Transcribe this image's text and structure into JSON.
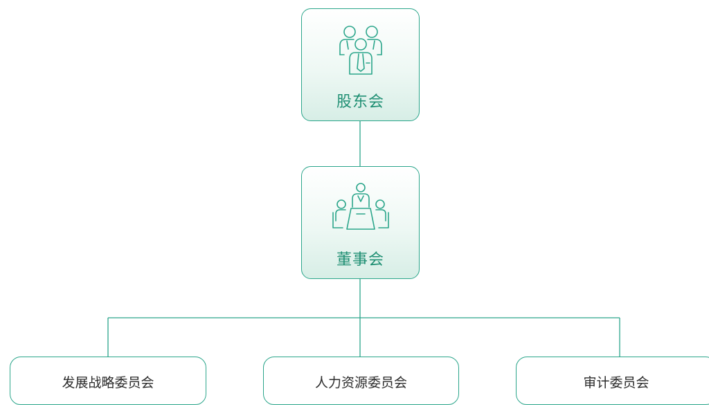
{
  "colors": {
    "accent": "#2aa58a",
    "label_accent": "#1f8f73",
    "text": "#2b2b2b"
  },
  "nodes": {
    "shareholders": {
      "label": "股东会",
      "icon": "shareholders-group-icon"
    },
    "board": {
      "label": "董事会",
      "icon": "board-meeting-icon"
    }
  },
  "committees": [
    {
      "label": "发展战略委员会"
    },
    {
      "label": "人力资源委员会"
    },
    {
      "label": "审计委员会"
    }
  ]
}
